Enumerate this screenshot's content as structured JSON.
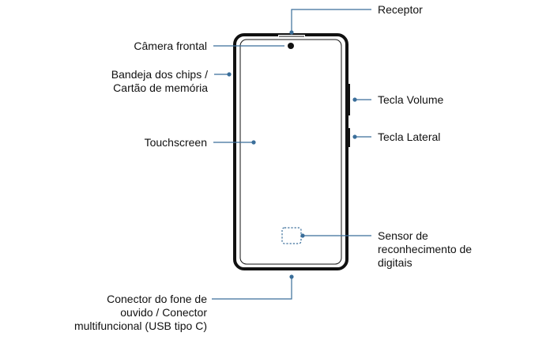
{
  "accent_color": "#3a6e9a",
  "outline_color": "#111111",
  "labels": {
    "receptor": "Receptor",
    "camera_frontal": "Câmera frontal",
    "bandeja_line1": "Bandeja dos chips /",
    "bandeja_line2": "Cartão de memória",
    "tecla_volume": "Tecla Volume",
    "tecla_lateral": "Tecla Lateral",
    "touchscreen": "Touchscreen",
    "sensor_line1": "Sensor de",
    "sensor_line2": "reconhecimento de",
    "sensor_line3": "digitais",
    "conector_line1": "Conector do fone de",
    "conector_line2": "ouvido / Conector",
    "conector_line3": "multifuncional (USB tipo C)"
  }
}
